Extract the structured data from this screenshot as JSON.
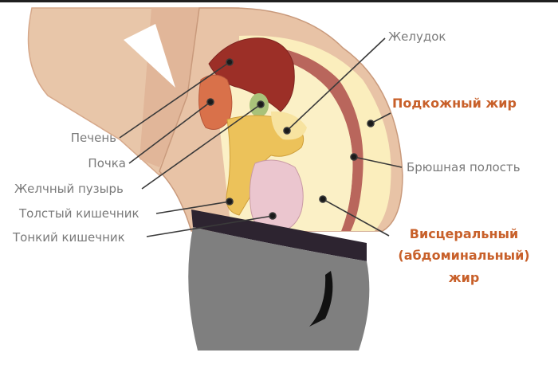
{
  "diagram": {
    "labels_left": [
      {
        "id": "liver",
        "text": "Печень"
      },
      {
        "id": "kidney",
        "text": "Почка"
      },
      {
        "id": "gallbladder",
        "text": "Желчный пузырь"
      },
      {
        "id": "large_intestine",
        "text": "Толстый кишечник"
      },
      {
        "id": "small_intestine",
        "text": "Тонкий кишечник"
      }
    ],
    "labels_right": [
      {
        "id": "stomach",
        "text": "Желудок"
      },
      {
        "id": "abdominal_cavity",
        "text": "Брюшная полость"
      }
    ],
    "highlighted": {
      "subcutaneous_fat": "Подкожный жир",
      "visceral_fat": {
        "line1": "Висцеральный",
        "line2": "(абдоминальный)",
        "line3": "жир"
      }
    },
    "colors": {
      "label_text": "#7a7a7a",
      "highlight_text": "#c8602a",
      "skin": "#e8c3a6",
      "fat_yellow": "#fbeebd",
      "liver": "#9c2f27",
      "pants": "#7f7f7f",
      "belt": "#2d2430"
    }
  }
}
